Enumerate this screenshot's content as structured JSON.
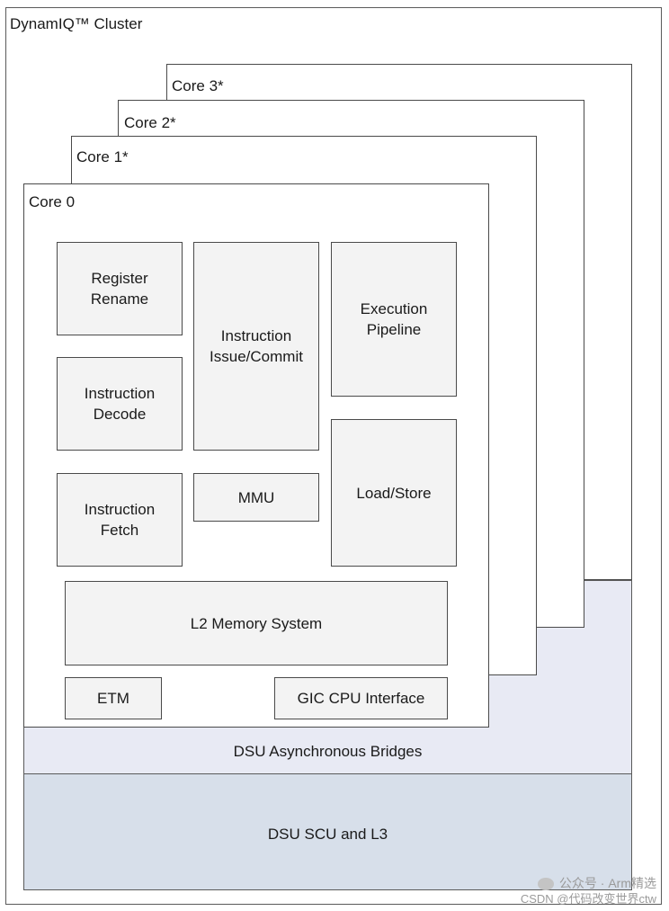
{
  "cluster": {
    "title": "DynamIQ™ Cluster"
  },
  "cores": [
    {
      "label": "Core 3*"
    },
    {
      "label": "Core 2*"
    },
    {
      "label": "Core 1*"
    },
    {
      "label": "Core 0"
    }
  ],
  "blocks": {
    "register_rename": "Register\nRename",
    "instruction_decode": "Instruction\nDecode",
    "instruction_fetch": "Instruction\nFetch",
    "instruction_issue": "Instruction\nIssue/Commit",
    "mmu": "MMU",
    "execution_pipeline": "Execution\nPipeline",
    "load_store": "Load/Store",
    "l2_memory": "L2 Memory System",
    "etm": "ETM",
    "gic": "GIC CPU Interface"
  },
  "dsu": {
    "bridges": "DSU Asynchronous Bridges",
    "scu": "DSU SCU and L3"
  },
  "watermark": {
    "line1": "公众号 · Arm精选",
    "line2": "CSDN @代码改变世界ctw"
  }
}
